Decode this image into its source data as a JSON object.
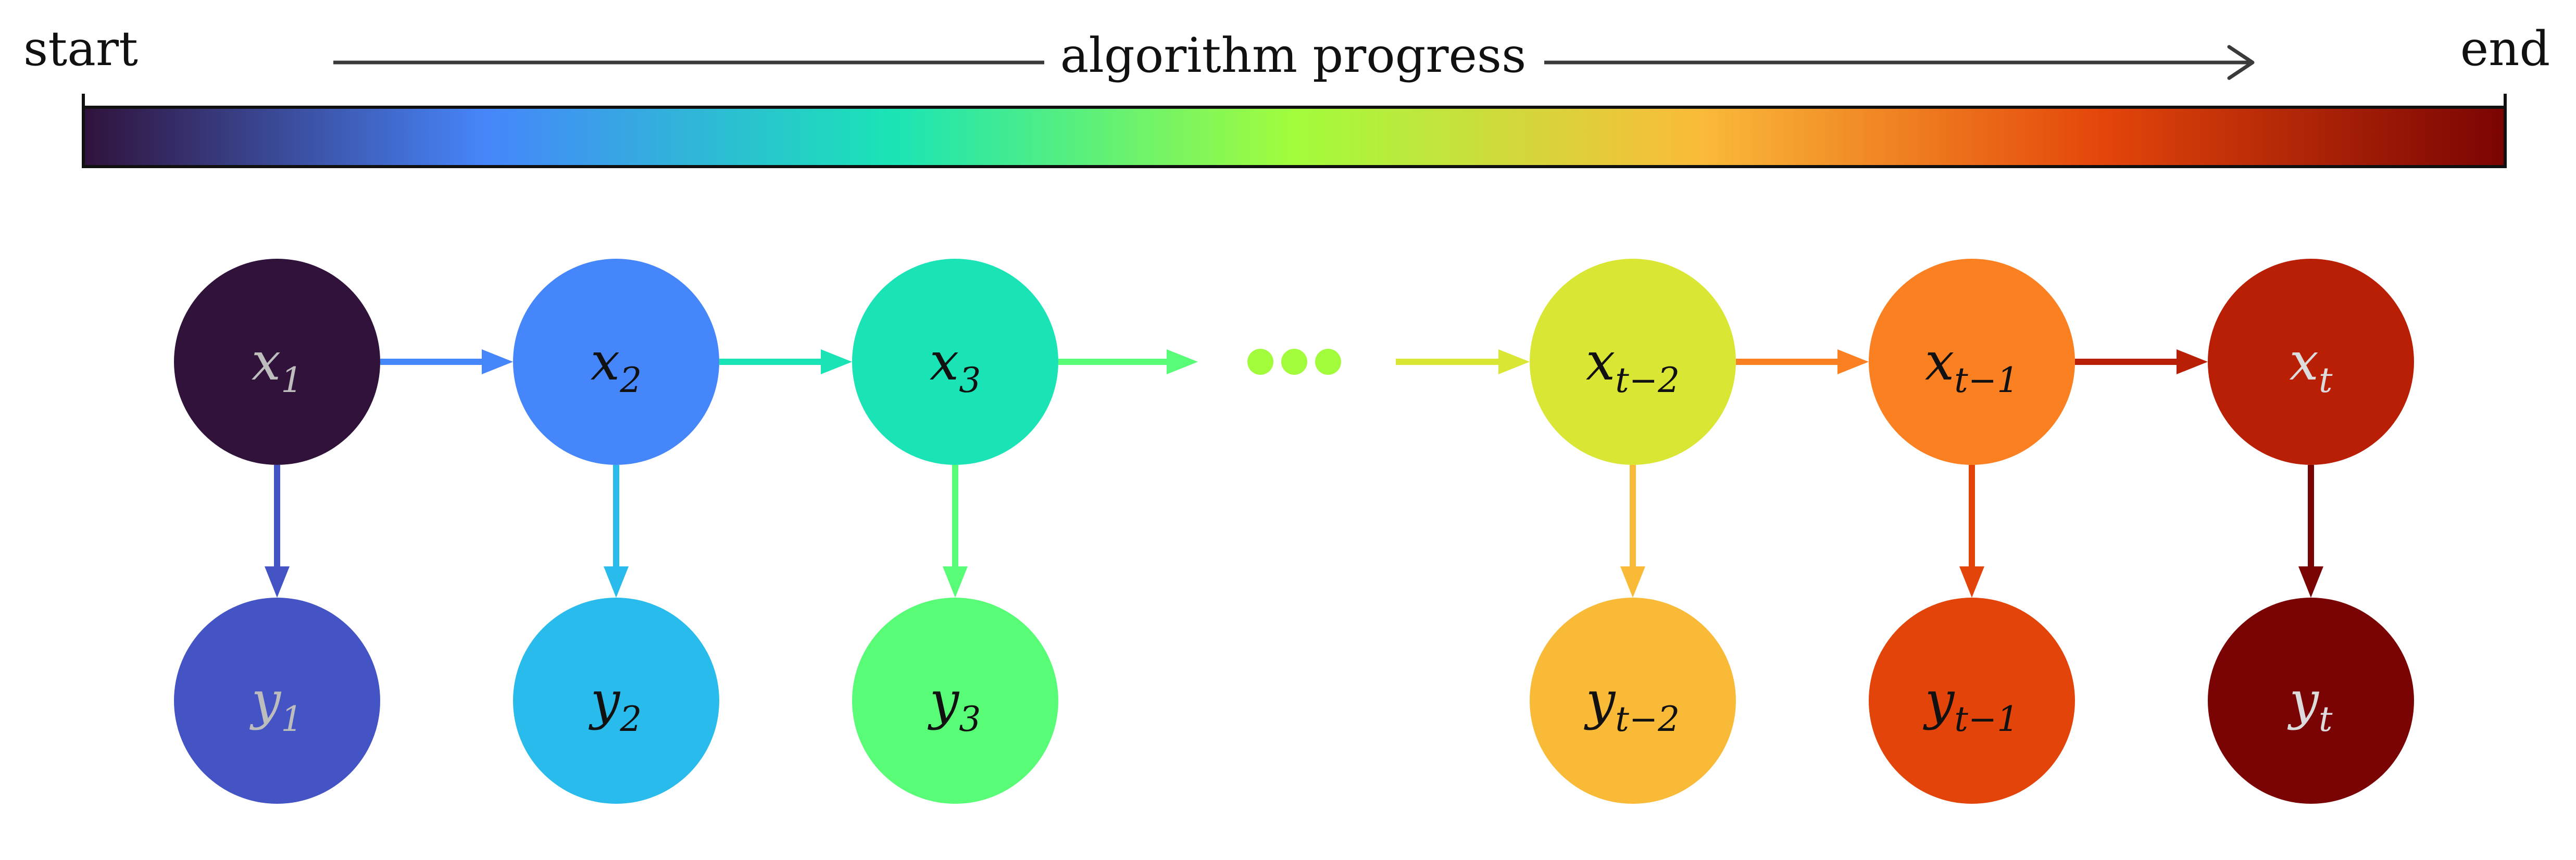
{
  "header": {
    "start_label": "start",
    "end_label": "end",
    "progress_label": "algorithm progress"
  },
  "colorbar": {
    "stops": [
      "#30123b",
      "#4686fb",
      "#1ae4b6",
      "#a2fc3c",
      "#fabb3a",
      "#e4460a",
      "#7a0403"
    ]
  },
  "ellipsis": {
    "color": "#a2fc3c"
  },
  "hidden_nodes": [
    {
      "name": "x",
      "sub": "1",
      "fill": "#30123b",
      "text_color": "#bdbdbd"
    },
    {
      "name": "x",
      "sub": "2",
      "fill": "#4686fb",
      "text_color": "#111111"
    },
    {
      "name": "x",
      "sub": "3",
      "fill": "#1ae4b6",
      "text_color": "#111111"
    },
    {
      "name": "x",
      "sub": "t−2",
      "fill": "#d9e634",
      "text_color": "#111111"
    },
    {
      "name": "x",
      "sub": "t−1",
      "fill": "#fb8022",
      "text_color": "#111111"
    },
    {
      "name": "x",
      "sub": "t",
      "fill": "#b91f05",
      "text_color": "#dcdcdc"
    }
  ],
  "observed_nodes": [
    {
      "name": "y",
      "sub": "1",
      "fill": "#4454c4",
      "text_color": "#bdbdbd"
    },
    {
      "name": "y",
      "sub": "2",
      "fill": "#29bbec",
      "text_color": "#111111"
    },
    {
      "name": "y",
      "sub": "3",
      "fill": "#58fc76",
      "text_color": "#111111"
    },
    {
      "name": "y",
      "sub": "t−2",
      "fill": "#f9ba38",
      "text_color": "#111111"
    },
    {
      "name": "y",
      "sub": "t−1",
      "fill": "#e3440a",
      "text_color": "#111111"
    },
    {
      "name": "y",
      "sub": "t",
      "fill": "#7a0403",
      "text_color": "#dcdcdc"
    }
  ],
  "horizontal_edges": [
    {
      "from": "x1",
      "to": "x2",
      "color": "#4686fb"
    },
    {
      "from": "x2",
      "to": "x3",
      "color": "#1ae4b6"
    },
    {
      "from": "x3",
      "to": "...",
      "color": "#58fc76"
    },
    {
      "from": "...",
      "to": "xt-2",
      "color": "#d9e634"
    },
    {
      "from": "xt-2",
      "to": "xt-1",
      "color": "#fb8022"
    },
    {
      "from": "xt-1",
      "to": "xt",
      "color": "#b91f05"
    }
  ],
  "vertical_edges": [
    {
      "from": "x1",
      "to": "y1",
      "color": "#4454c4"
    },
    {
      "from": "x2",
      "to": "y2",
      "color": "#29bbec"
    },
    {
      "from": "x3",
      "to": "y3",
      "color": "#58fc76"
    },
    {
      "from": "xt-2",
      "to": "yt-2",
      "color": "#f9ba38"
    },
    {
      "from": "xt-1",
      "to": "yt-1",
      "color": "#e3440a"
    },
    {
      "from": "xt",
      "to": "yt",
      "color": "#7a0403"
    }
  ]
}
